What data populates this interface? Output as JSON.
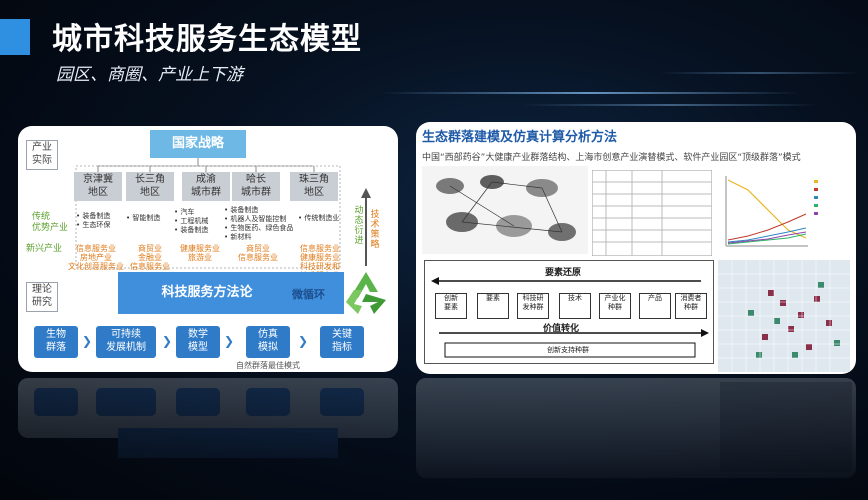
{
  "slide": {
    "title": "城市科技服务生态模型",
    "subtitle": "园区、商圈、产业上下游"
  },
  "left_diagram": {
    "national_strategy": "国家战略",
    "side_labels": {
      "industry_practice": "产业\n实际",
      "theory_research": "理论\n研究",
      "traditional": "传统\n优势产业",
      "emerging": "新兴产业"
    },
    "regions": [
      "京津冀\n地区",
      "长三角\n地区",
      "成渝\n城市群",
      "哈长\n城市群",
      "珠三角\n地区"
    ],
    "region_items": [
      "• 装备制造\n• 生态环保",
      "• 智能制造",
      "• 汽车\n• 工程机械\n• 装备制造",
      "• 装备制造\n• 机器人及智能控制\n• 生物医药、绿色食品\n• 新材料",
      "• 传统制造业"
    ],
    "emerging_items": [
      "信息服务业\n房地产业\n文化创意服务业",
      "商贸业\n金融业\n信息服务业",
      "健康服务业\n旅游业",
      "商贸业\n信息服务业",
      "信息服务业\n健康服务业\n科技研发和\n技术服务业"
    ],
    "vertical_labels": {
      "dynamic": "动态衍进",
      "policy": "技术策略"
    },
    "method_band": "科技服务方法论",
    "micro_cycle": "微循环",
    "steps": [
      "生物\n群落",
      "可持续\n发展机制",
      "数学\n模型",
      "仿真\n模拟",
      "关键\n指标"
    ],
    "bottom_caption": "自然群落最佳模式"
  },
  "right_diagram": {
    "title": "生态群落建模及仿真计算分析方法",
    "subtitle": "中国“西部药谷”大健康产业群落结构、上海市创意产业演替模式、软件产业园区“顶级群落”模式",
    "top_label": "要素还原",
    "middle_label": "价值转化",
    "bottom_label": "创新支持种群",
    "boxes": [
      "创新\n要素",
      "要素",
      "科技研\n发种群",
      "技术",
      "产业化\n种群",
      "产品",
      "消费者\n种群"
    ]
  },
  "colors": {
    "accent": "#2f8fe0",
    "band_blue": "#3f8fdc",
    "step_blue": "#2f7bc8",
    "national_box": "#6eb8e6",
    "region_gray": "#c9ced4",
    "green_text": "#5aa02c",
    "orange_text": "#e07b1a"
  },
  "icons": {
    "recycle": "recycle-icon",
    "arrow": "chevron-right-icon"
  }
}
